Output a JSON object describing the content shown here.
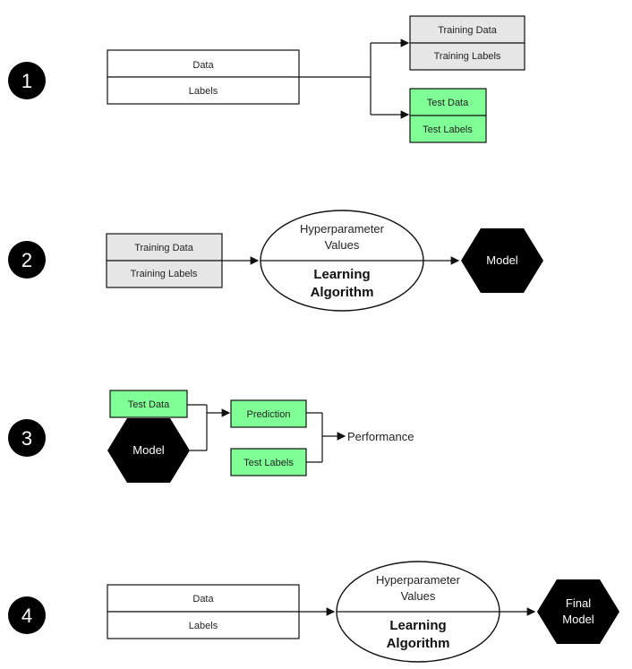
{
  "colors": {
    "gray_fill": "#e6e6e6",
    "green_fill": "#80ff96",
    "black": "#000000",
    "stroke": "#111111"
  },
  "steps": [
    "1",
    "2",
    "3",
    "4"
  ],
  "step1": {
    "data": "Data",
    "labels": "Labels",
    "training_data": "Training Data",
    "training_labels": "Training Labels",
    "test_data": "Test Data",
    "test_labels": "Test Labels"
  },
  "step2": {
    "training_data": "Training Data",
    "training_labels": "Training Labels",
    "hyper_line1": "Hyperparameter",
    "hyper_line2": "Values",
    "algo_line1": "Learning",
    "algo_line2": "Algorithm",
    "model": "Model"
  },
  "step3": {
    "test_data": "Test Data",
    "model": "Model",
    "prediction": "Prediction",
    "test_labels": "Test Labels",
    "performance": "Performance"
  },
  "step4": {
    "data": "Data",
    "labels": "Labels",
    "hyper_line1": "Hyperparameter",
    "hyper_line2": "Values",
    "algo_line1": "Learning",
    "algo_line2": "Algorithm",
    "final_line1": "Final",
    "final_line2": "Model"
  }
}
